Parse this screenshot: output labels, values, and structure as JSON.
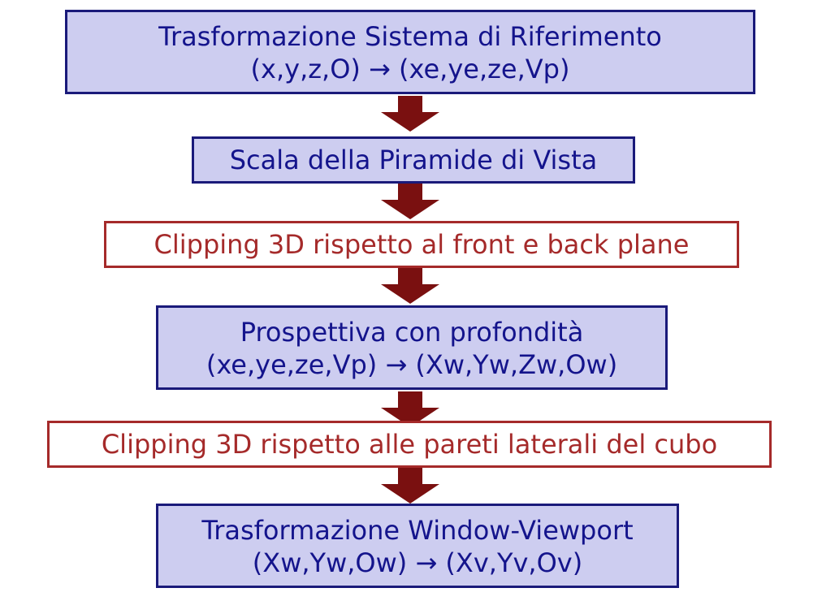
{
  "steps": [
    {
      "lines": [
        "Trasformazione Sistema di Riferimento",
        "(x,y,z,O) → (xe,ye,ze,Vp)"
      ],
      "style": "blue"
    },
    {
      "lines": [
        "Scala della Piramide di Vista"
      ],
      "style": "blue"
    },
    {
      "lines": [
        "Clipping 3D rispetto al front e back plane"
      ],
      "style": "red"
    },
    {
      "lines": [
        "Prospettiva con profondità",
        "(xe,ye,ze,Vp) → (Xw,Yw,Zw,Ow)"
      ],
      "style": "blue"
    },
    {
      "lines": [
        "Clipping 3D rispetto alle pareti laterali del cubo"
      ],
      "style": "red"
    },
    {
      "lines": [
        "Trasformazione Window-Viewport",
        "(Xw,Yw,Ow) → (Xv,Yv,Ov)"
      ],
      "style": "blue"
    }
  ],
  "colors": {
    "blue_fill": "#cdcdf0",
    "blue_border": "#1a1a7a",
    "blue_text": "#14148c",
    "red_border": "#a52a2a",
    "red_text": "#a52a2a",
    "arrow": "#7a1010"
  }
}
